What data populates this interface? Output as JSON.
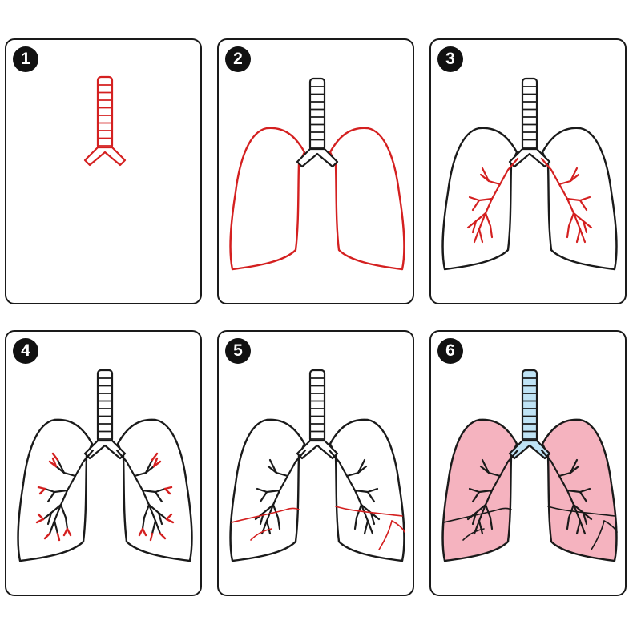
{
  "steps": [
    {
      "number": "1",
      "colors": {
        "trachea": "red"
      }
    },
    {
      "number": "2",
      "colors": {
        "trachea": "black",
        "lung_outline": "red"
      }
    },
    {
      "number": "3",
      "colors": {
        "trachea": "black",
        "lung_outline": "black",
        "bronchi": "red"
      }
    },
    {
      "number": "4",
      "colors": {
        "trachea": "black",
        "lung_outline": "black",
        "bronchi": "black",
        "bronchi_tips": "red"
      }
    },
    {
      "number": "5",
      "colors": {
        "trachea": "black",
        "lung_outline": "black",
        "bronchi": "black",
        "lobe_fissures": "red"
      }
    },
    {
      "number": "6",
      "colors": {
        "trachea": "black",
        "lung_outline": "black",
        "bronchi": "black",
        "lobe_fissures": "black",
        "fill_trachea": "light-blue",
        "fill_lungs": "pink"
      }
    }
  ],
  "palette": {
    "ink": "#1a1a1a",
    "accent_red": "#d42020",
    "trachea_fill": "#bfe3f5",
    "lung_fill": "#f5b3bf"
  }
}
